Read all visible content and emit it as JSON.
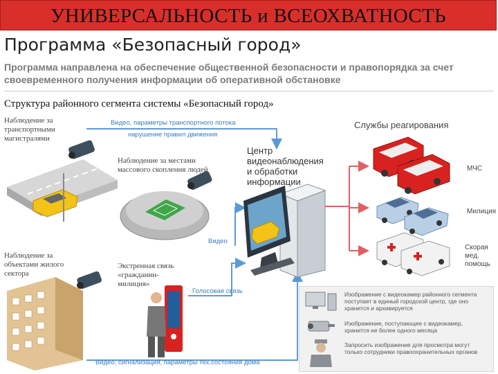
{
  "banner": {
    "title": "УНИВЕРСАЛЬНОСТЬ и ВСЕОХВАТНОСТЬ",
    "color": "#d92f2b"
  },
  "program": {
    "title": "Программа «Безопасный город»",
    "description": "Программа направлена на обеспечение общественной безопасности и правопорядка за счет своевременного получения информации об оперативной обстановке"
  },
  "structure": {
    "title": "Структура районного сегмента системы «Безопасный город»"
  },
  "sources": {
    "highways_label": "Наблюдение за транспортными магистралями",
    "crowds_label": "Наблюдение за местами массового скопления людей",
    "residential_label": "Наблюдение за объектами жилого сектора",
    "emergency_label": "Экстренная связь «гражданин-милиция»"
  },
  "flows": {
    "top_line1": "Видео, параметры транспортного потока",
    "top_line2": "нарушение правил движения",
    "video": "Видео",
    "voice": "Голосовая связь",
    "bottom": "Видео, сигнализация, параметры тех.состояния дома"
  },
  "center": {
    "label": "Центр видеонаблюдения и обработки информации"
  },
  "services": {
    "title": "Службы реагирования",
    "items": [
      {
        "label": "МЧС"
      },
      {
        "label": "Милиция"
      },
      {
        "label": "Скорая мед. помощь"
      }
    ]
  },
  "legend": {
    "items": [
      {
        "icon": "monitor-icon",
        "text": "Изображение с видеокамер районного сегмента поступает в единый городской центр, где оно хранится и архивируется"
      },
      {
        "icon": "camera-icon",
        "text": "Изображение, поступающее с видеокамер, хранится не более одного месяца"
      },
      {
        "icon": "officer-icon",
        "text": "Запросить изображение для просмотра могут только сотрудники правоохранительных органов"
      }
    ]
  },
  "colors": {
    "flow_blue": "#5b9bd5",
    "flow_red": "#e06060",
    "fire_red": "#d8221f",
    "police_blue": "#8fb3d9"
  }
}
